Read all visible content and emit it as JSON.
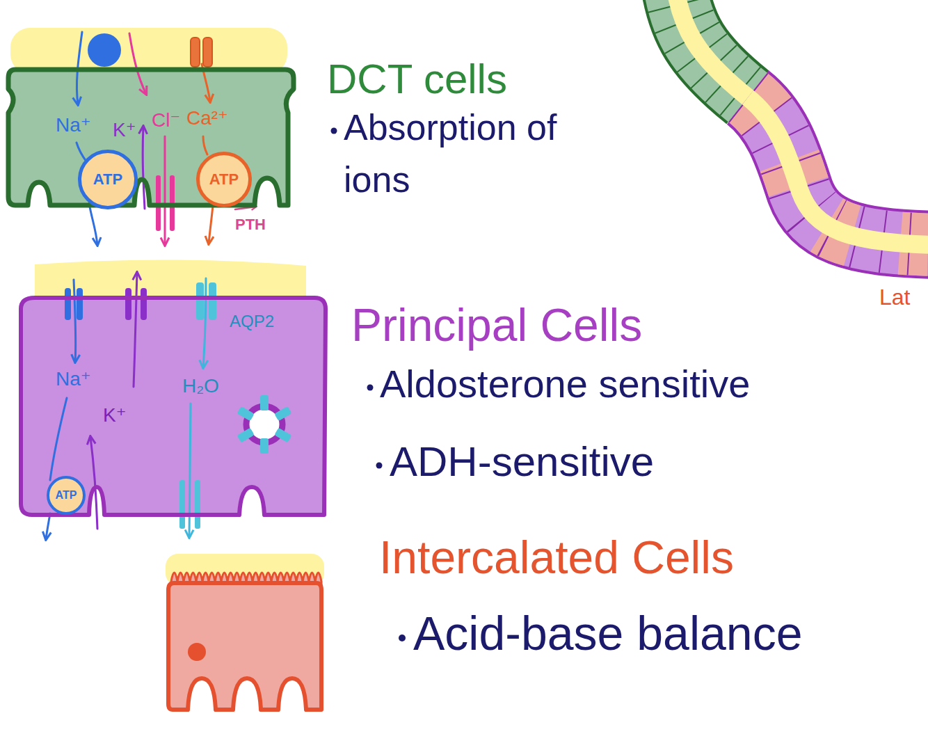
{
  "diagram": {
    "nodes": [
      {
        "text": [
          "Na⁺",
          "K⁺",
          "Cl⁻",
          "Ca²⁺"
        ]
      },
      {
        "text": [
          "ATP"
        ],
        "in": 0
      },
      {
        "text": [
          "ATP"
        ],
        "in": 0
      },
      {
        "text": [
          "Na⁺",
          "K⁺",
          "AQP2",
          "H₂O"
        ]
      },
      {
        "text": [
          "ATP"
        ],
        "in": 3
      }
    ],
    "labels": [
      "PTH",
      "DCT cells",
      "Absorption of ions",
      "Principal Cells",
      "Aldosterone sensitive",
      "ADH-sensitive",
      "Intercalated Cells",
      "Acid-base balance",
      "Lat"
    ]
  }
}
